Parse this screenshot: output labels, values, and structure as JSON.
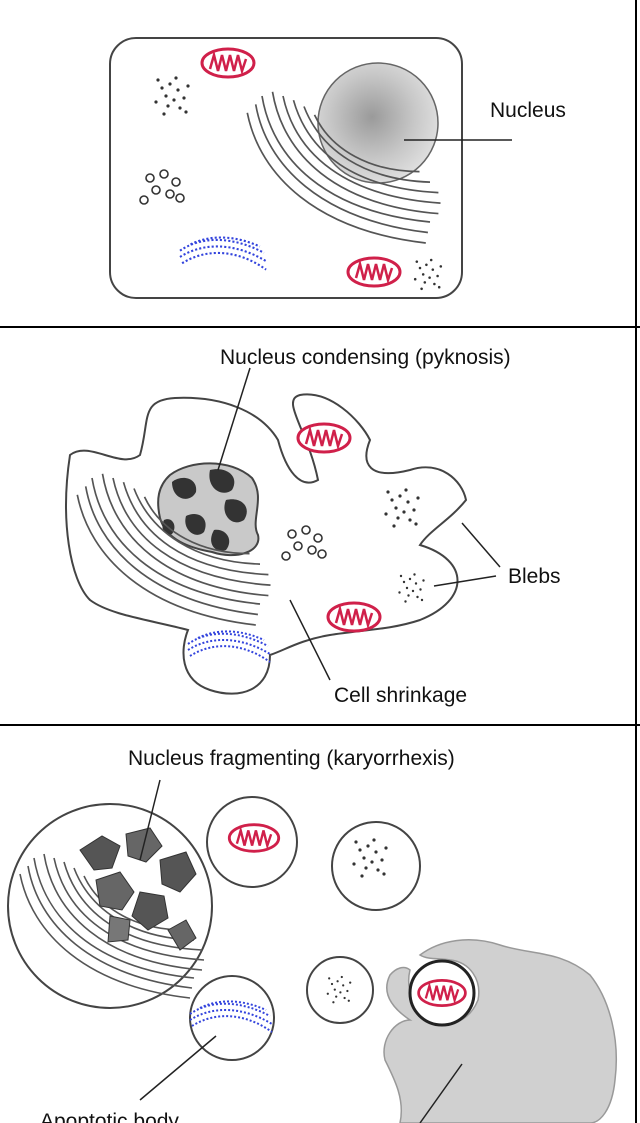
{
  "panels": [
    {
      "id": "normal",
      "labels": {
        "nucleus": "Nucleus"
      }
    },
    {
      "id": "pyknosis",
      "labels": {
        "nucleus": "Nucleus condensing (pyknosis)",
        "blebs": "Blebs",
        "shrinkage": "Cell shrinkage"
      }
    },
    {
      "id": "karyorrhexis",
      "labels": {
        "nucleus": "Nucleus fragmenting (karyorrhexis)",
        "apoptotic": "Apoptotic body"
      }
    }
  ],
  "colors": {
    "mitochondria": "#d0204a",
    "endoplasmic_reticulum": "#3344dd",
    "outline": "#444444",
    "phagocyte": "#d0d0d0"
  }
}
